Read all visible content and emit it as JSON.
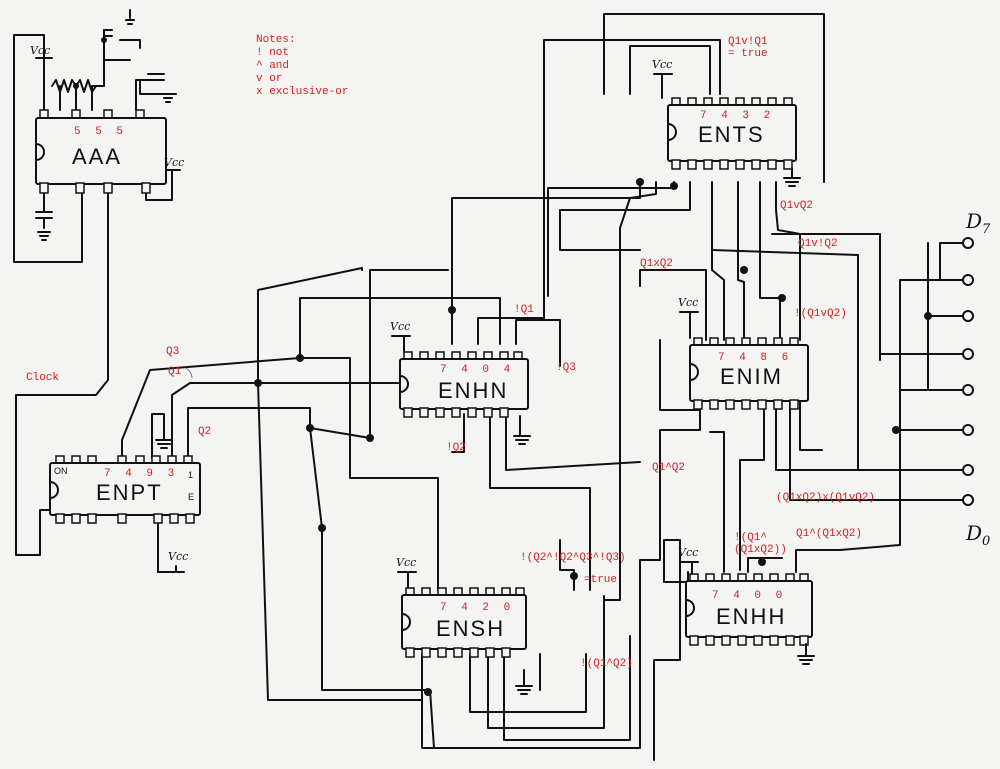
{
  "notes": {
    "title": "Notes:",
    "lines": [
      "! not",
      "^ and",
      "v or",
      "x exclusive-or"
    ]
  },
  "chips": [
    {
      "id": "aaa",
      "name": "AAA",
      "part": "5 5 5"
    },
    {
      "id": "enpt",
      "name": "ENPT",
      "part": "7 4 9 3"
    },
    {
      "id": "enhn",
      "name": "ENHN",
      "part": "7 4 0 4"
    },
    {
      "id": "ents",
      "name": "ENTS",
      "part": "7 4  3 2"
    },
    {
      "id": "enim",
      "name": "ENIM",
      "part": "7 4 8 6"
    },
    {
      "id": "ensh",
      "name": "ENSH",
      "part": "7 4 2 0"
    },
    {
      "id": "enhh",
      "name": "ENHH",
      "part": "7 4 0 0"
    }
  ],
  "pin_marks": {
    "on": "ON",
    "one": "1",
    "e": "E"
  },
  "vcc_label": "Vcc",
  "signal_labels": {
    "clock": "Clock",
    "q1": "Q1",
    "q2": "Q2",
    "q3": "Q3",
    "not_q1": "!Q1",
    "not_q2": "!Q2",
    "not_q3": "!Q3",
    "q1v_notq1_a": "Q1v!Q1",
    "q1v_notq1_b": "= true",
    "q1vq2": "Q1vQ2",
    "q1v_notq2": "Q1v!Q2",
    "q1xq2": "Q1xQ2",
    "not_q1vq2": "!(Q1vQ2)",
    "q1_and_q2": "Q1^Q2",
    "xor_combo": "(Q1xQ2)x(Q1vQ2)",
    "q1_and_q1xq2": "Q1^(Q1xQ2)",
    "not_q1_and_a": "!(Q1^",
    "not_q1_and_b": "(Q1xQ2))",
    "nand4": "!(Q2^!Q2^Q3^!Q3)",
    "eq_true": "=true",
    "not_q1_and_q2": "!(Q1^Q2)"
  },
  "outputs": {
    "top": "D7",
    "bottom": "D0"
  }
}
